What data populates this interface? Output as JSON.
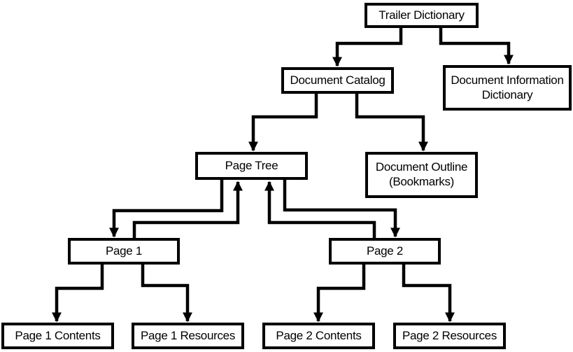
{
  "diagram": {
    "type": "hierarchy-flowchart",
    "colors": {
      "background": "#ffffff",
      "box_fill": "#ffffff",
      "box_border": "#000000",
      "line": "#000000",
      "text": "#000000"
    },
    "nodes": {
      "trailer": {
        "label": "Trailer Dictionary"
      },
      "catalog": {
        "label": "Document Catalog"
      },
      "info": {
        "label": "Document Information Dictionary"
      },
      "pagetree": {
        "label": "Page Tree"
      },
      "outline": {
        "label": "Document Outline (Bookmarks)"
      },
      "page1": {
        "label": "Page 1"
      },
      "page2": {
        "label": "Page 2"
      },
      "p1contents": {
        "label": "Page 1 Contents"
      },
      "p1resources": {
        "label": "Page 1 Resources"
      },
      "p2contents": {
        "label": "Page 2 Contents"
      },
      "p2resources": {
        "label": "Page 2 Resources"
      }
    },
    "edges": [
      {
        "from": "trailer",
        "to": "catalog"
      },
      {
        "from": "trailer",
        "to": "info"
      },
      {
        "from": "catalog",
        "to": "pagetree"
      },
      {
        "from": "catalog",
        "to": "outline"
      },
      {
        "from": "pagetree",
        "to": "page1"
      },
      {
        "from": "page1",
        "to": "pagetree"
      },
      {
        "from": "pagetree",
        "to": "page2"
      },
      {
        "from": "page2",
        "to": "pagetree"
      },
      {
        "from": "page1",
        "to": "p1contents"
      },
      {
        "from": "page1",
        "to": "p1resources"
      },
      {
        "from": "page2",
        "to": "p2contents"
      },
      {
        "from": "page2",
        "to": "p2resources"
      }
    ]
  }
}
